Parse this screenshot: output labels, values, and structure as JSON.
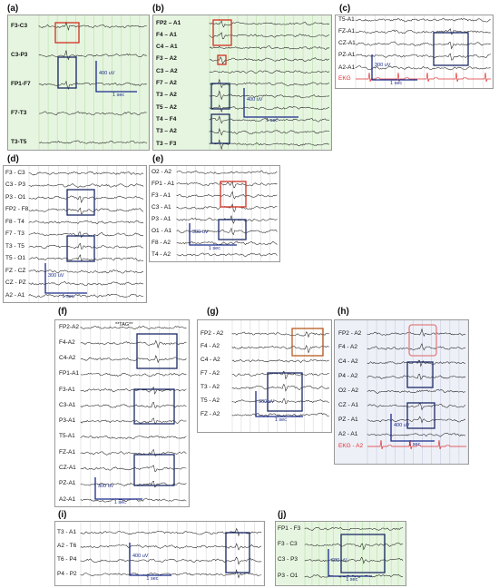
{
  "figure": {
    "panels": [
      {
        "id": "a",
        "label": "(a)",
        "bg": "#e6f5e0",
        "grid": "#b9e0a8",
        "bold": true,
        "channels": [
          "F3-C3",
          "C3-P3",
          "FP1-F7",
          "F7-T3",
          "T3-T5"
        ],
        "calibration": {
          "amplitude": "400 uV",
          "time": "1 sec"
        }
      },
      {
        "id": "b",
        "label": "(b)",
        "bg": "#e6f5e0",
        "grid": "#b9e0a8",
        "bold": true,
        "channels": [
          "FP2 – A1",
          "F4 – A1",
          "C4 – A1",
          "F3 – A2",
          "C3 – A2",
          "F7 – A2",
          "T3 – A2",
          "T5 – A2",
          "T4 – F4",
          "T3 – A2",
          "T3 – F3"
        ],
        "calibration": {
          "amplitude": "400 uV",
          "time": "1 sec"
        }
      },
      {
        "id": "c",
        "label": "(c)",
        "bg": "#ffffff",
        "grid": "#d8d8d8",
        "bold": false,
        "channels": [
          "T5-A1",
          "FZ-A1",
          "CZ-A1",
          "PZ-A1",
          "A2-A1"
        ],
        "ekg_label": "EKG",
        "calibration": {
          "amplitude": "300 uV",
          "time": "1 sec"
        }
      },
      {
        "id": "d",
        "label": "(d)",
        "bg": "#ffffff",
        "grid": "#d8d8d8",
        "bold": false,
        "channels": [
          "F3 - C3",
          "C3 - P3",
          "P3 - O1",
          "FP2 - F8",
          "F8 - T4",
          "F7 - T3",
          "T3 - T5",
          "T5 - O1",
          "FZ - CZ",
          "CZ - PZ",
          "A2 - A1"
        ],
        "calibration": {
          "amplitude": "300 uV",
          "time": "1 sec"
        }
      },
      {
        "id": "e",
        "label": "(e)",
        "bg": "#ffffff",
        "grid": "#d8d8d8",
        "bold": false,
        "channels": [
          "O2 - A2",
          "FP1 - A1",
          "F3 - A1",
          "C3 - A1",
          "P3 - A1",
          "O1 - A1",
          "F8 - A2",
          "T4 - A2"
        ],
        "calibration": {
          "amplitude": "300 uV",
          "time": "1 sec"
        }
      },
      {
        "id": "f",
        "label": "(f)",
        "bg": "#ffffff",
        "grid": "#d8d8d8",
        "bold": false,
        "channels": [
          "FP2-A2",
          "F4-A2",
          "C4-A2",
          "FP1-A1",
          "F3-A1",
          "C3-A1",
          "P3-A1",
          "T5-A1",
          "FZ-A1",
          "CZ-A1",
          "PZ-A1",
          "A2-A1"
        ],
        "tag": "**TAG**",
        "calibration": {
          "amplitude": "300 uV",
          "time": "1 sec"
        }
      },
      {
        "id": "g",
        "label": "(g)",
        "bg": "#ffffff",
        "grid": "#d8d8d8",
        "bold": false,
        "channels": [
          "FP2 - A2",
          "F4 - A2",
          "C4 - A2",
          "F7 - A2",
          "T3 - A2",
          "T5 - A2",
          "FZ - A2"
        ],
        "calibration": {
          "amplitude": "300 uV",
          "time": "1 sec"
        }
      },
      {
        "id": "h",
        "label": "(h)",
        "bg": "#eef0f8",
        "grid": "#c8cce0",
        "bold": false,
        "channels": [
          "FP2 - A2",
          "F4 - A2",
          "C4 - A2",
          "P4 - A2",
          "O2 - A2",
          "CZ - A1",
          "PZ - A1",
          "A2 - A1"
        ],
        "ekg_label": "EKG - A2",
        "calibration": {
          "amplitude": "400 uV",
          "time": "1 sec"
        }
      },
      {
        "id": "i",
        "label": "(i)",
        "bg": "#ffffff",
        "grid": "#d8d8d8",
        "bold": false,
        "channels": [
          "T3 - A1",
          "A2 - T6",
          "T6 - P4",
          "P4 - P2"
        ],
        "calibration": {
          "amplitude": "400 uV",
          "time": "1 sec"
        }
      },
      {
        "id": "j",
        "label": "(j)",
        "bg": "#e6f5e0",
        "grid": "#b9e0a8",
        "bold": false,
        "channels": [
          "FP1 - F3",
          "F3 - C3",
          "C3 - P3",
          "P3 - O1"
        ],
        "calibration": {
          "amplitude": "600 uV",
          "time": "1 sec"
        }
      }
    ],
    "colors": {
      "trace": "#1f1f1f",
      "box_blue": "#1b2a66",
      "box_red": "#d03020",
      "box_orange": "#b85a20",
      "box_pink": "#e08080",
      "calibration": "#1a2a8a",
      "ekg": "#e03030"
    }
  }
}
